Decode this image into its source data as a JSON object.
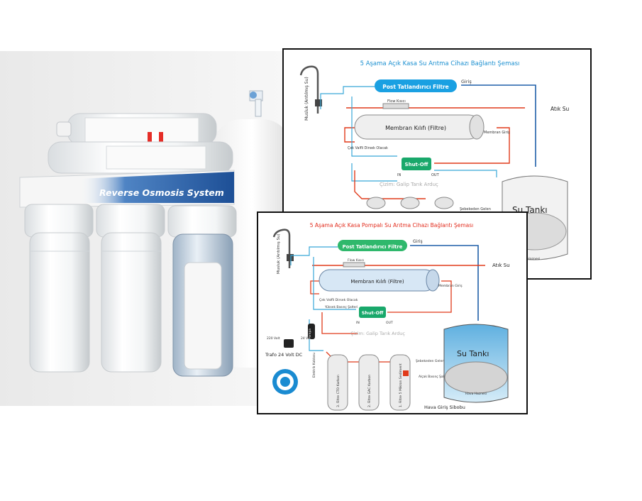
{
  "product": {
    "housing_label": "Reverse Osmosis System"
  },
  "diagram_a": {
    "title": "5 Aşama Açık Kasa Su Arıtma Cihazı Bağlantı Şeması",
    "faucet_label": "Musluk (Arıtılmış Su)",
    "post_filter": "Post Tatlandırıcı Filtre",
    "inlet": "Giriş",
    "flow_restrictor": "Flow Kısıcı",
    "waste_water": "Atık Su",
    "membrane": "Membran Kılıfı (Filtre)",
    "membrane_inlet": "Membran Giriş",
    "check_valve": "Çek Valfli Dirsek Olacak",
    "shutoff": "Shut-Off",
    "in_label": "IN",
    "out_label": "OUT",
    "credit": "Çizim: Galip Tarık Arduç",
    "tank": "Su Tankı",
    "mains_in": "Şebekeden Gelen",
    "air_chamber": "Hava Haznesi"
  },
  "diagram_b": {
    "title": "5 Aşama Açık Kasa Pompalı Su Arıtma Cihazı Bağlantı Şeması",
    "faucet_label": "Musluk (Arıtılmış Su)",
    "post_filter": "Post Tatlandırıcı Filtre",
    "inlet": "Giriş",
    "flow_restrictor": "Flow Kısıcı",
    "waste_water": "Atık Su",
    "membrane": "Membran Kılıfı (Filtre)",
    "membrane_inlet": "Membran Giriş",
    "check_valve": "Çek Valfli Dirsek Olacak",
    "high_pressure_switch": "Yüksek Basınç Şalteri",
    "shutoff": "Shut-Off",
    "in_label": "IN",
    "out_label": "OUT",
    "credit": "Çizim: Galip Tarık Arduç",
    "pump": "Pompa",
    "volt_220": "220 Volt",
    "volt_24": "24 Volt",
    "transformer": "Trafo 24 Volt DC",
    "cable": "Elektrik Kablosu",
    "stage3": "3. Filtre CTO Karbon",
    "stage2": "2. Filtre GAC Karbon",
    "stage1": "1. Filtre 5 Mikron Sediment",
    "mains_in": "Şebekeden Gelen Su Girişi",
    "low_pressure_switch": "Alçak Basınç Şalteri",
    "tank": "Su Tankı",
    "air_chamber": "Hava Haznesi",
    "air_valve": "Hava Giriş Sibobu"
  }
}
